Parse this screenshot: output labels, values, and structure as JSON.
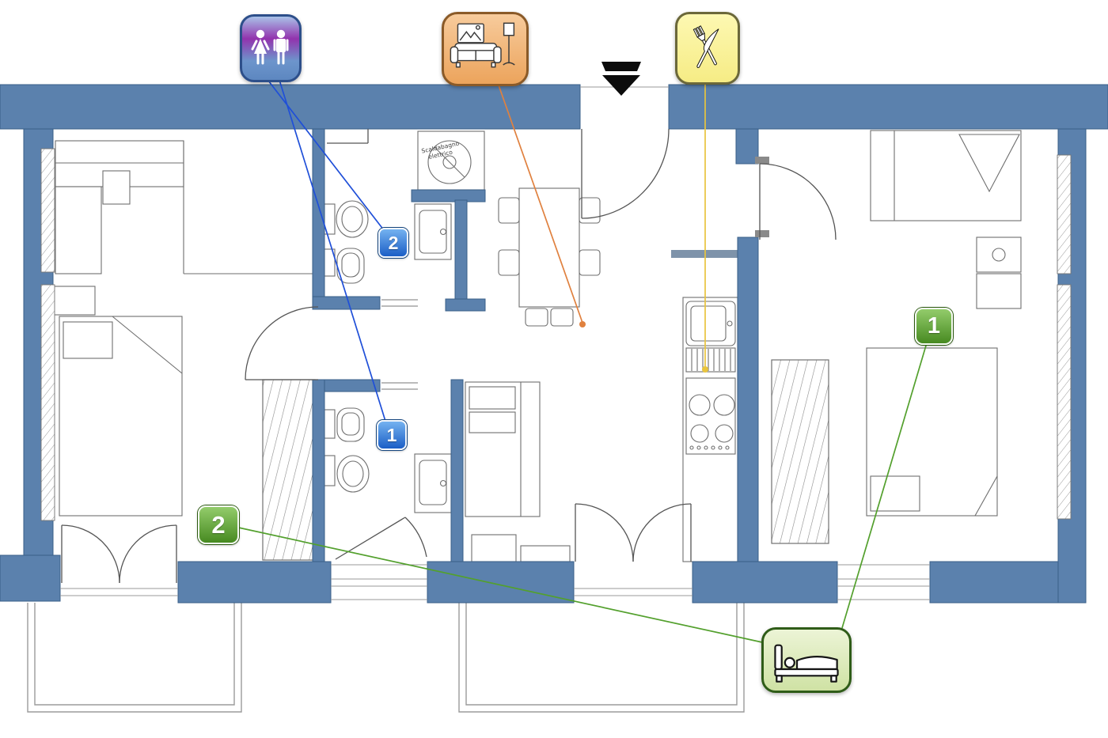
{
  "floorplan": {
    "boiler_label_line1": "Scaldabagno",
    "boiler_label_line2": "elettrico",
    "wall_color": "#5b81ad"
  },
  "legend": {
    "restrooms_icon": "wc-icon",
    "living_room_icon": "living-room-icon",
    "kitchen_icon": "restaurant-icon",
    "sleeping_icon": "bed-icon",
    "entrance_icon": "entrance-marker",
    "colors": {
      "restrooms_card": "#6d95cc",
      "living_room_card": "#eca45c",
      "kitchen_card": "#f6ec85",
      "sleeping_card": "#cfe2a4",
      "badge_blue": "#1b5ec6",
      "badge_green": "#478a21",
      "line_blue": "#1f4fd8",
      "line_orange": "#e0813f",
      "line_yellow": "#e8c43e",
      "line_green": "#53a02d",
      "entrance_marker": "#0c0c0c"
    }
  },
  "badges": {
    "bathroom_upper": {
      "label": "2"
    },
    "bathroom_lower": {
      "label": "1"
    },
    "bedroom_right": {
      "label": "1"
    },
    "bedroom_left": {
      "label": "2"
    }
  }
}
